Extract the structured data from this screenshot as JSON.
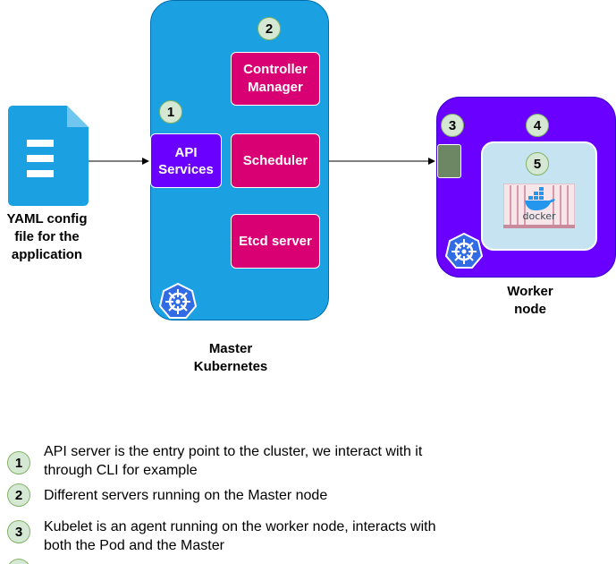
{
  "yaml": {
    "label_lines": [
      "YAML config",
      "file for the",
      "application"
    ],
    "icon": "document-icon"
  },
  "master": {
    "label_lines": [
      "Master",
      "Kubernetes"
    ],
    "api_lines": [
      "API",
      "Services"
    ],
    "controller_lines": [
      "Controller",
      "Manager"
    ],
    "scheduler": "Scheduler",
    "etcd": "Etcd server",
    "badge_api": "1",
    "badge_controller": "2",
    "icon": "kubernetes-helm-icon"
  },
  "worker": {
    "label_lines": [
      "Worker",
      "node"
    ],
    "badge_kubelet": "3",
    "badge_node": "4",
    "badge_pod": "5",
    "docker_text": "docker",
    "icon": "kubernetes-helm-icon"
  },
  "legend": [
    {
      "num": "1",
      "lines": [
        "API server is the entry point to the cluster, we interact with it",
        "through CLI for example"
      ]
    },
    {
      "num": "2",
      "lines": [
        "Different servers running on the Master node"
      ]
    },
    {
      "num": "3",
      "lines": [
        "Kubelet is an agent running on the worker node, interacts with",
        "both the Pod and the Master"
      ]
    }
  ],
  "colors": {
    "master_fill": "#1ba1e2",
    "worker_fill": "#6a00ff",
    "component_fill": "#d80073",
    "badge_fill": "#d5e8d4",
    "badge_stroke": "#82b366",
    "yaml_icon": "#1ba1e2",
    "kubelet_fill": "#6d8764"
  }
}
